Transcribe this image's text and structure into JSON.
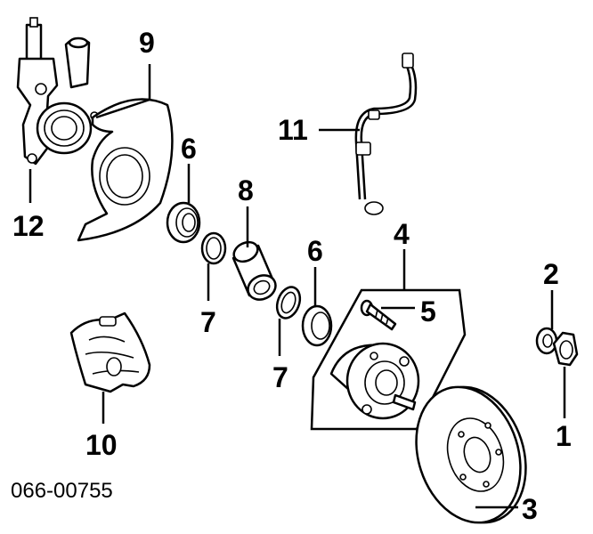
{
  "callouts": {
    "c1": "1",
    "c2": "2",
    "c3": "3",
    "c4": "4",
    "c5": "5",
    "c6a": "6",
    "c6b": "6",
    "c7a": "7",
    "c7b": "7",
    "c8": "8",
    "c9": "9",
    "c10": "10",
    "c11": "11",
    "c12": "12"
  },
  "diagram_number": "066-00755",
  "colors": {
    "ink": "#000000",
    "paper": "#ffffff"
  },
  "parts_depicted": [
    "steering-knuckle",
    "dust-shield",
    "bearing-seal",
    "snap-ring",
    "wheel-bearing",
    "wheel-hub",
    "wheel-stud",
    "washer",
    "lock-nut",
    "brake-disc",
    "brake-caliper",
    "brake-hose"
  ]
}
